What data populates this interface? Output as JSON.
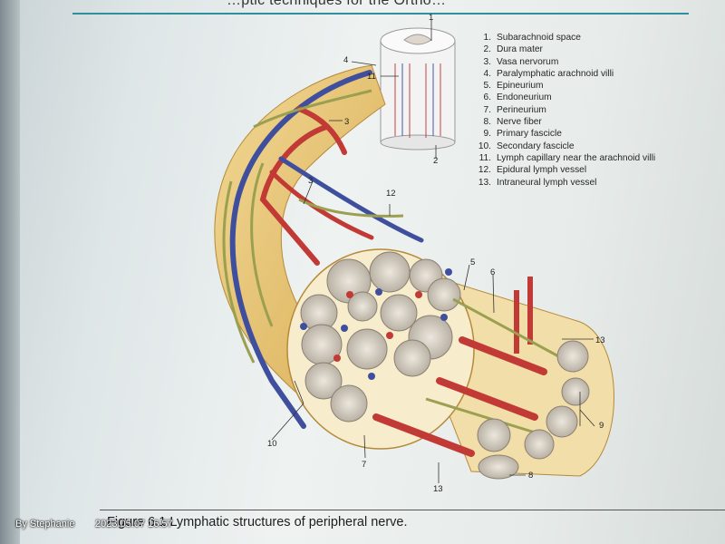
{
  "header": {
    "text": "…ptic techniques for the Ortho…"
  },
  "legend": [
    {
      "num": "1.",
      "label": "Subarachnoid space"
    },
    {
      "num": "2.",
      "label": "Dura mater"
    },
    {
      "num": "3.",
      "label": "Vasa nervorum"
    },
    {
      "num": "4.",
      "label": "Paralymphatic arachnoid villi"
    },
    {
      "num": "5.",
      "label": "Epineurium"
    },
    {
      "num": "6.",
      "label": "Endoneurium"
    },
    {
      "num": "7.",
      "label": "Perineurium"
    },
    {
      "num": "8.",
      "label": "Nerve fiber"
    },
    {
      "num": "9.",
      "label": "Primary fascicle"
    },
    {
      "num": "10.",
      "label": "Secondary fascicle"
    },
    {
      "num": "11.",
      "label": "Lymph capillary near the arachnoid villi"
    },
    {
      "num": "12.",
      "label": "Epidural lymph vessel"
    },
    {
      "num": "13.",
      "label": "Intraneural lymph vessel"
    }
  ],
  "callouts": {
    "c1": "1",
    "c2": "2",
    "c3a": "3",
    "c3b": "3",
    "c4": "4",
    "c5": "5",
    "c6": "6",
    "c7": "7",
    "c8": "8",
    "c9": "9",
    "c10": "10",
    "c11": "11",
    "c12": "12",
    "c13a": "13",
    "c13b": "13"
  },
  "caption": "Figure 6.1 Lymphatic structures of peripheral nerve.",
  "watermark": {
    "author": "By Stephanie",
    "date": "2023.05.07 16:57"
  },
  "colors": {
    "artery": "#c23a35",
    "vein": "#3f4f9e",
    "lymph": "#9aa04f",
    "nerve_sheath": "#e8c77a",
    "fascicle": "#d9d3c8",
    "accent": "#2f8f9d"
  }
}
